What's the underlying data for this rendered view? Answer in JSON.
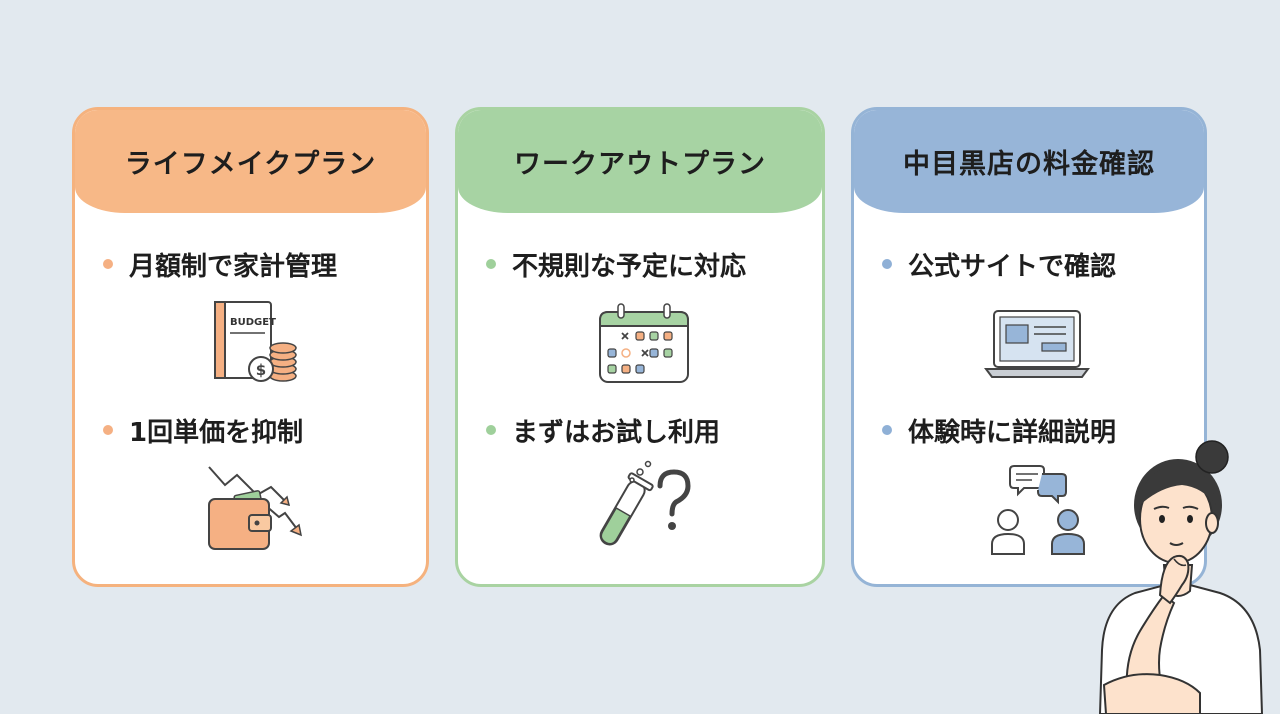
{
  "cards": [
    {
      "title": "ライフメイクプラン",
      "items": [
        "月額制で家計管理",
        "1回単価を抑制"
      ],
      "icons": [
        "budget-book-coins-icon",
        "wallet-down-arrows-icon"
      ],
      "accent": "#f7b887"
    },
    {
      "title": "ワークアウトプラン",
      "items": [
        "不規則な予定に対応",
        "まずはお試し利用"
      ],
      "icons": [
        "calendar-icon",
        "test-tube-question-icon"
      ],
      "accent": "#a7d3a3"
    },
    {
      "title": "中目黒店の料金確認",
      "items": [
        "公式サイトで確認",
        "体験時に詳細説明"
      ],
      "icons": [
        "laptop-website-icon",
        "people-chat-icon"
      ],
      "accent": "#97b5d8"
    }
  ],
  "budget_label": "BUDGET",
  "illustration": "thinking-woman-illustration"
}
